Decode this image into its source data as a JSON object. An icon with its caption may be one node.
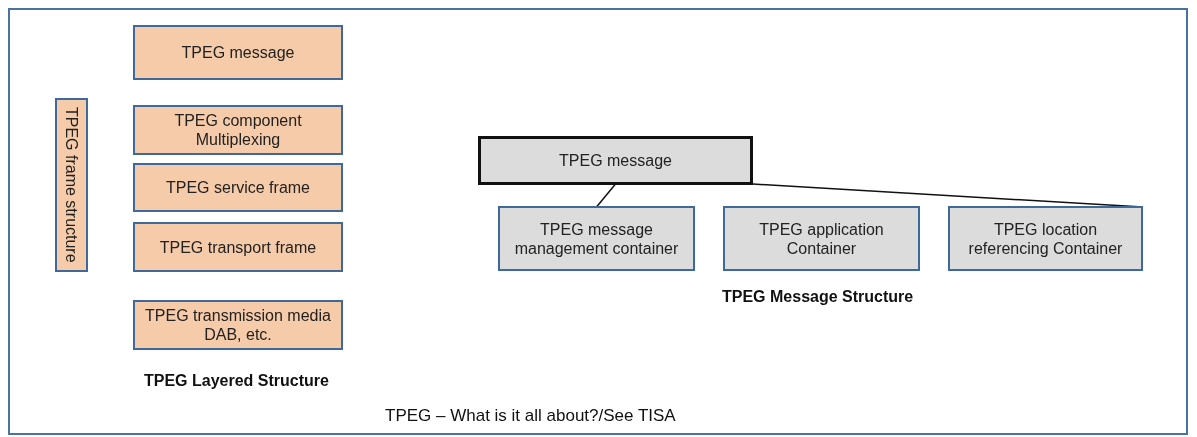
{
  "diagram": {
    "caption": "TPEG – What is it all about?/See TISA",
    "nodes": [
      {
        "text": [
          "TPEG message"
        ]
      },
      {
        "text": [
          "TPEG frame structure"
        ]
      },
      {
        "text": [
          "TPEG component Multiplexing"
        ]
      },
      {
        "text": [
          "TPEG service frame"
        ]
      },
      {
        "text": [
          "TPEG transport frame"
        ]
      },
      {
        "text": [
          "TPEG transmission media DAB, etc."
        ]
      },
      {
        "text": [
          "TPEG message"
        ]
      },
      {
        "text": [
          "TPEG message management container"
        ]
      },
      {
        "text": [
          "TPEG application Container"
        ]
      },
      {
        "text": [
          "TPEG location referencing Container"
        ]
      }
    ],
    "edges": [
      {
        "from": 6,
        "to": 7,
        "arrow": "none"
      },
      {
        "from": 6,
        "to": 9,
        "arrow": "none"
      }
    ],
    "labels": [
      "TPEG Layered Structure",
      "TPEG Message Structure"
    ]
  }
}
